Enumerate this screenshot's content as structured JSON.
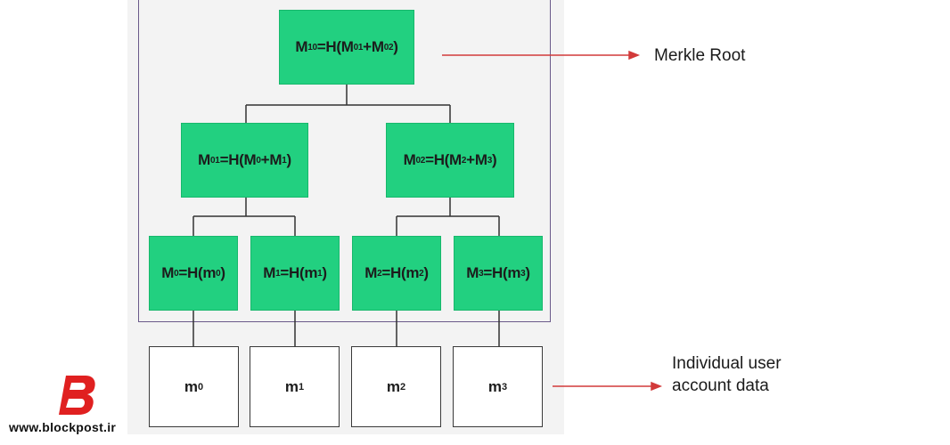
{
  "diagram": {
    "root": {
      "name": "M",
      "idx": "10",
      "rest": "=H(",
      "a": "M",
      "ai": "01",
      "b": "M",
      "bi": "02",
      "tail": ")"
    },
    "mid": [
      {
        "name": "M",
        "idx": "01",
        "rest": "=H(",
        "a": "M",
        "ai": "0",
        "b": "M",
        "bi": "1",
        "tail": ")"
      },
      {
        "name": "M",
        "idx": "02",
        "rest": "=H(",
        "a": "M",
        "ai": "2",
        "b": "M",
        "bi": "3",
        "tail": ")"
      }
    ],
    "hash_nodes": [
      {
        "name": "M",
        "idx": "0",
        "rest": "=H(",
        "m": "m",
        "mi": "0",
        "tail": ")"
      },
      {
        "name": "M",
        "idx": "1",
        "rest": "=H(",
        "m": "m",
        "mi": "1",
        "tail": ")"
      },
      {
        "name": "M",
        "idx": "2",
        "rest": "=H(",
        "m": "m",
        "mi": "2",
        "tail": ")"
      },
      {
        "name": "M",
        "idx": "3",
        "rest": "=H(",
        "m": "m",
        "mi": "3",
        "tail": ")"
      }
    ],
    "data_blocks": [
      {
        "m": "m",
        "i": "0"
      },
      {
        "m": "m",
        "i": "1"
      },
      {
        "m": "m",
        "i": "2"
      },
      {
        "m": "m",
        "i": "3"
      }
    ],
    "labels": {
      "merkle_root": "Merkle Root",
      "user_data_line1": "Individual user",
      "user_data_line2": "account data"
    },
    "colors": {
      "node": "#22d080",
      "arrow": "#d23a3a",
      "frame": "#6a5a8a"
    }
  },
  "watermark": {
    "letter": "B",
    "site": "www.blockpost.ir"
  }
}
